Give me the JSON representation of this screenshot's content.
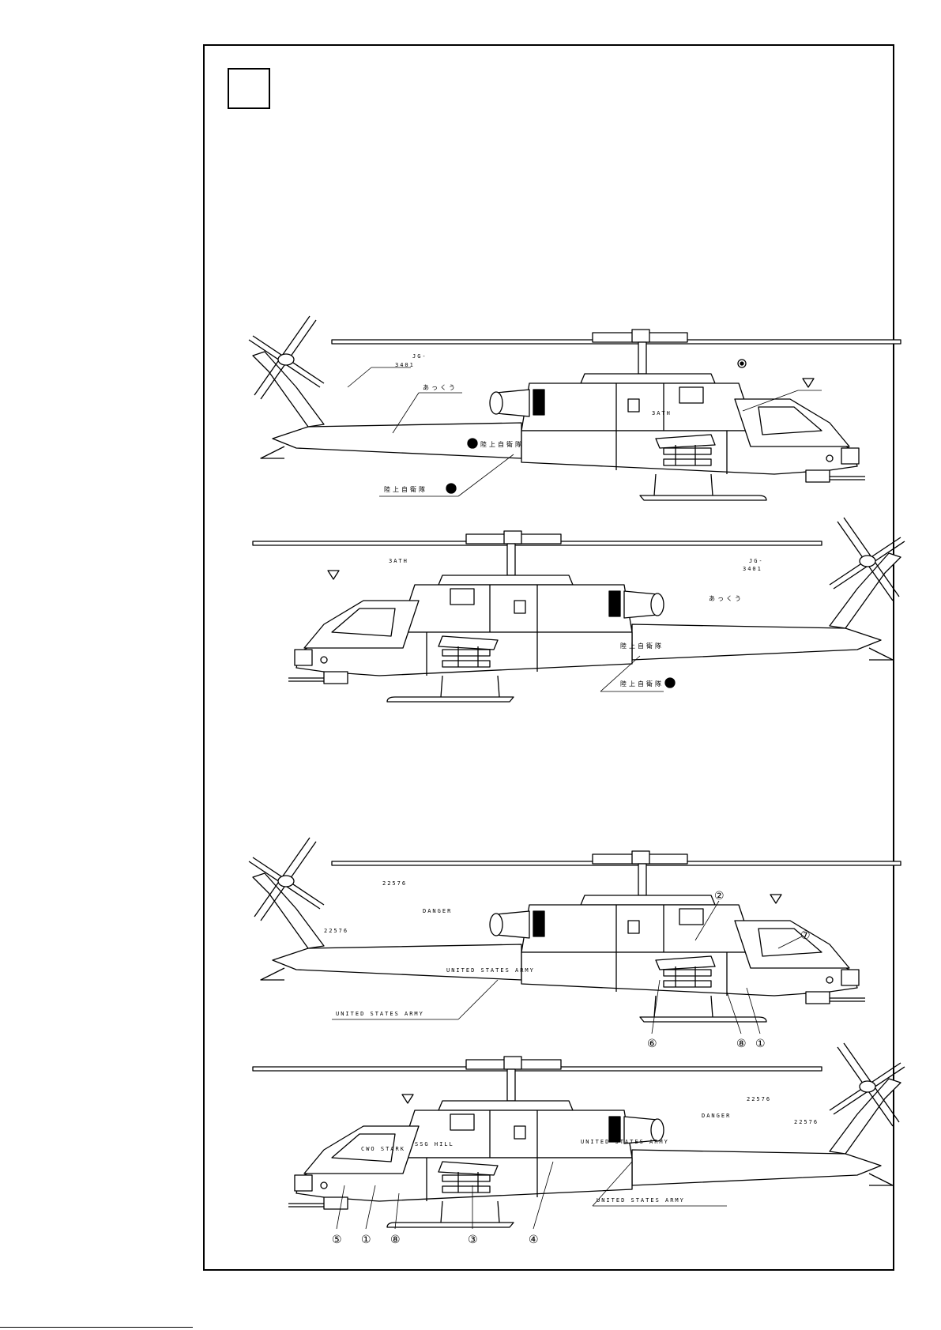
{
  "jgsdf": {
    "serial_line1": "JG-",
    "serial_line2": "3401",
    "unit": "3ATH",
    "marking": "陸上自衛隊",
    "tail_band": "あっくう"
  },
  "us_army": {
    "serial": "22576",
    "marking": "UNITED STATES ARMY",
    "danger": "DANGER",
    "crew_chief": "CWO STARK",
    "pilot": "SSG HILL"
  },
  "callouts": [
    "①",
    "②",
    "③",
    "④",
    "⑤",
    "⑥",
    "⑦",
    "⑧"
  ],
  "colors": {
    "line": "#000000",
    "background": "#ffffff"
  }
}
